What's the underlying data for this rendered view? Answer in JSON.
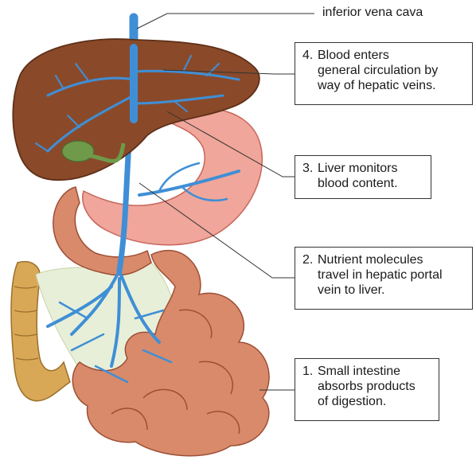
{
  "labels": {
    "ivc": "inferior vena cava",
    "step4": {
      "number": "4.",
      "text": "Blood enters\ngeneral circulation by\nway of hepatic veins."
    },
    "step3": {
      "number": "3.",
      "text": "Liver monitors\nblood content."
    },
    "step2": {
      "number": "2.",
      "text": "Nutrient molecules\ntravel in hepatic portal\nvein to liver."
    },
    "step1": {
      "number": "1.",
      "text": "Small intestine\nabsorbs products\nof digestion."
    }
  },
  "colors": {
    "liver": "#8a4a2a",
    "liver_dark": "#5e2f18",
    "vein": "#3f8fd6",
    "stomach": "#f0a69a",
    "intestine": "#d98a6a",
    "colon": "#d9a857",
    "gallbladder": "#6f9a4a",
    "mesentery": "#e8efd8"
  }
}
